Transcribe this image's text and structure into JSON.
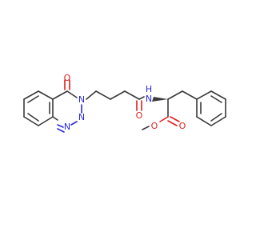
{
  "molecule": {
    "colors": {
      "carbon_bond": "#3a3a3a",
      "nitrogen": "#2b2bd6",
      "oxygen": "#e01e1e",
      "background": "#ffffff"
    },
    "atom_labels": {
      "ketone_o": "O",
      "n3": "N",
      "n2": "N",
      "n1": "N",
      "amide_o": "O",
      "amide_nh": "H",
      "amide_n": "N",
      "ester_o_carbonyl": "O",
      "ester_o_ether": "O"
    },
    "wedge_bond": "stereocenter-wedge"
  }
}
